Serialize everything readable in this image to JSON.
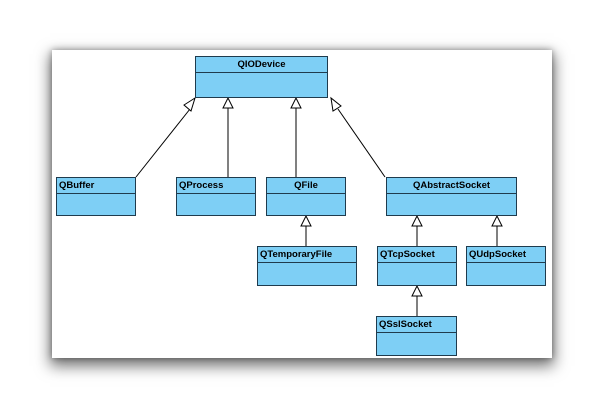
{
  "diagram": {
    "colors": {
      "class_fill": "#7ecff5",
      "border": "#1f3b4d",
      "edge": "#000000",
      "background": "#ffffff"
    },
    "classes": {
      "qiodevice": "QIODevice",
      "qbuffer": "QBuffer",
      "qprocess": "QProcess",
      "qfile": "QFile",
      "qabstractsocket": "QAbstractSocket",
      "qtemporaryfile": "QTemporaryFile",
      "qtcpsocket": "QTcpSocket",
      "qudpsocket": "QUdpSocket",
      "qsslsocket": "QSslSocket"
    },
    "inheritance": [
      {
        "child": "qbuffer",
        "parent": "qiodevice"
      },
      {
        "child": "qprocess",
        "parent": "qiodevice"
      },
      {
        "child": "qfile",
        "parent": "qiodevice"
      },
      {
        "child": "qabstractsocket",
        "parent": "qiodevice"
      },
      {
        "child": "qtemporaryfile",
        "parent": "qfile"
      },
      {
        "child": "qtcpsocket",
        "parent": "qabstractsocket"
      },
      {
        "child": "qudpsocket",
        "parent": "qabstractsocket"
      },
      {
        "child": "qsslsocket",
        "parent": "qtcpsocket"
      }
    ]
  }
}
